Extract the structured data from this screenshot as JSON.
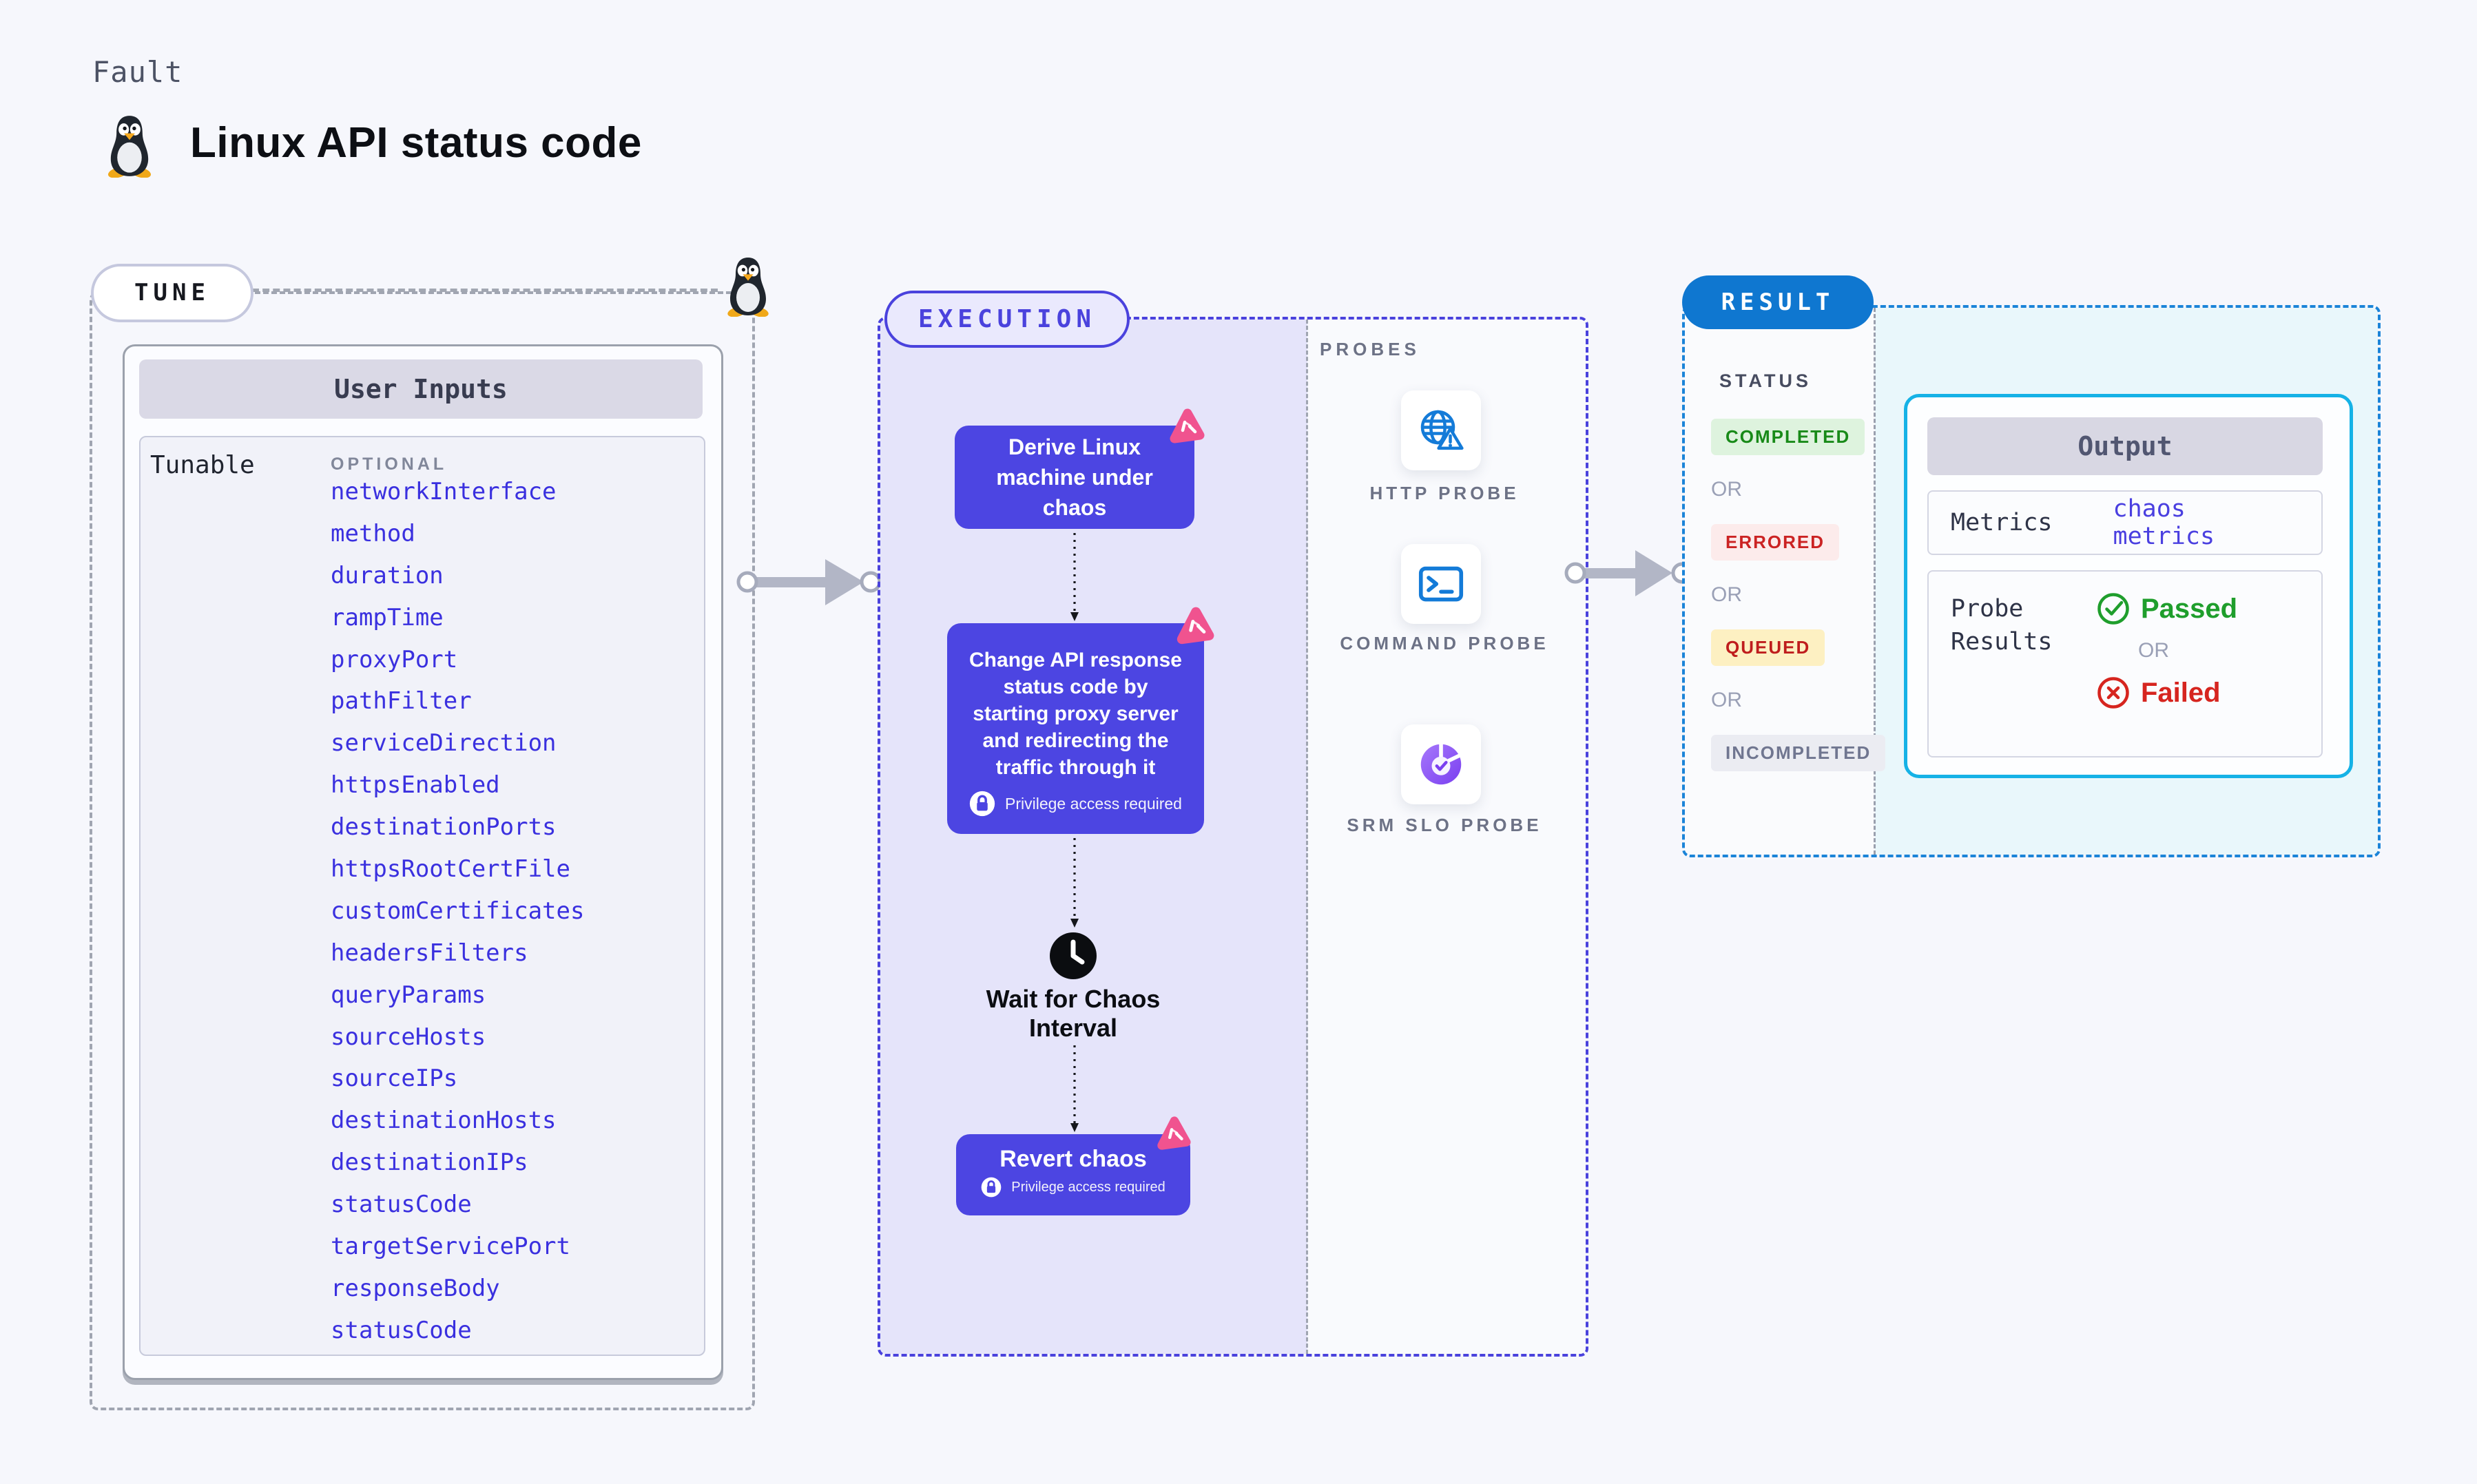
{
  "page": {
    "kicker": "Fault",
    "title": "Linux API status code"
  },
  "tune": {
    "label": "TUNE",
    "panel_title": "User Inputs",
    "row_label": "Tunable",
    "column_label": "OPTIONAL",
    "params": [
      "networkInterface",
      "method",
      "duration",
      "rampTime",
      "proxyPort",
      "pathFilter",
      "serviceDirection",
      "httpsEnabled",
      "destinationPorts",
      "httpsRootCertFile",
      "customCertificates",
      "headersFilters",
      "queryParams",
      "sourceHosts",
      "sourceIPs",
      "destinationHosts",
      "destinationIPs",
      "statusCode",
      "targetServicePort",
      "responseBody",
      "statusCode"
    ]
  },
  "execution": {
    "label": "EXECUTION",
    "node1": "Derive Linux machine under chaos",
    "node2": "Change API response status code by starting proxy server and redirecting the traffic through it",
    "privilege": "Privilege access required",
    "wait_label": "Wait for Chaos Interval",
    "node3": "Revert chaos"
  },
  "probes": {
    "label": "PROBES",
    "items": [
      {
        "label": "HTTP PROBE",
        "icon": "globe-alert-icon"
      },
      {
        "label": "COMMAND PROBE",
        "icon": "terminal-icon"
      },
      {
        "label": "SRM SLO PROBE",
        "icon": "slo-donut-icon"
      }
    ]
  },
  "result": {
    "label": "RESULT",
    "status_label": "STATUS",
    "or_label": "OR",
    "statuses": [
      {
        "text": "COMPLETED",
        "kind": "green"
      },
      {
        "text": "ERRORED",
        "kind": "red"
      },
      {
        "text": "QUEUED",
        "kind": "yellow"
      },
      {
        "text": "INCOMPLETED",
        "kind": "gray"
      }
    ],
    "output": {
      "title": "Output",
      "metrics_label": "Metrics",
      "metrics_value": "chaos metrics",
      "probe_results_label": "Probe Results",
      "passed": "Passed",
      "or_label": "OR",
      "failed": "Failed"
    }
  },
  "colors": {
    "accent_indigo": "#4a42dd",
    "node_indigo": "#4c45e2",
    "result_blue": "#0f77d0",
    "cyan_border": "#15b2e6",
    "param_link": "#3a30df",
    "passed_green": "#1f9e2c",
    "failed_red": "#d6251f",
    "chaos_pink": "#f0538f"
  }
}
